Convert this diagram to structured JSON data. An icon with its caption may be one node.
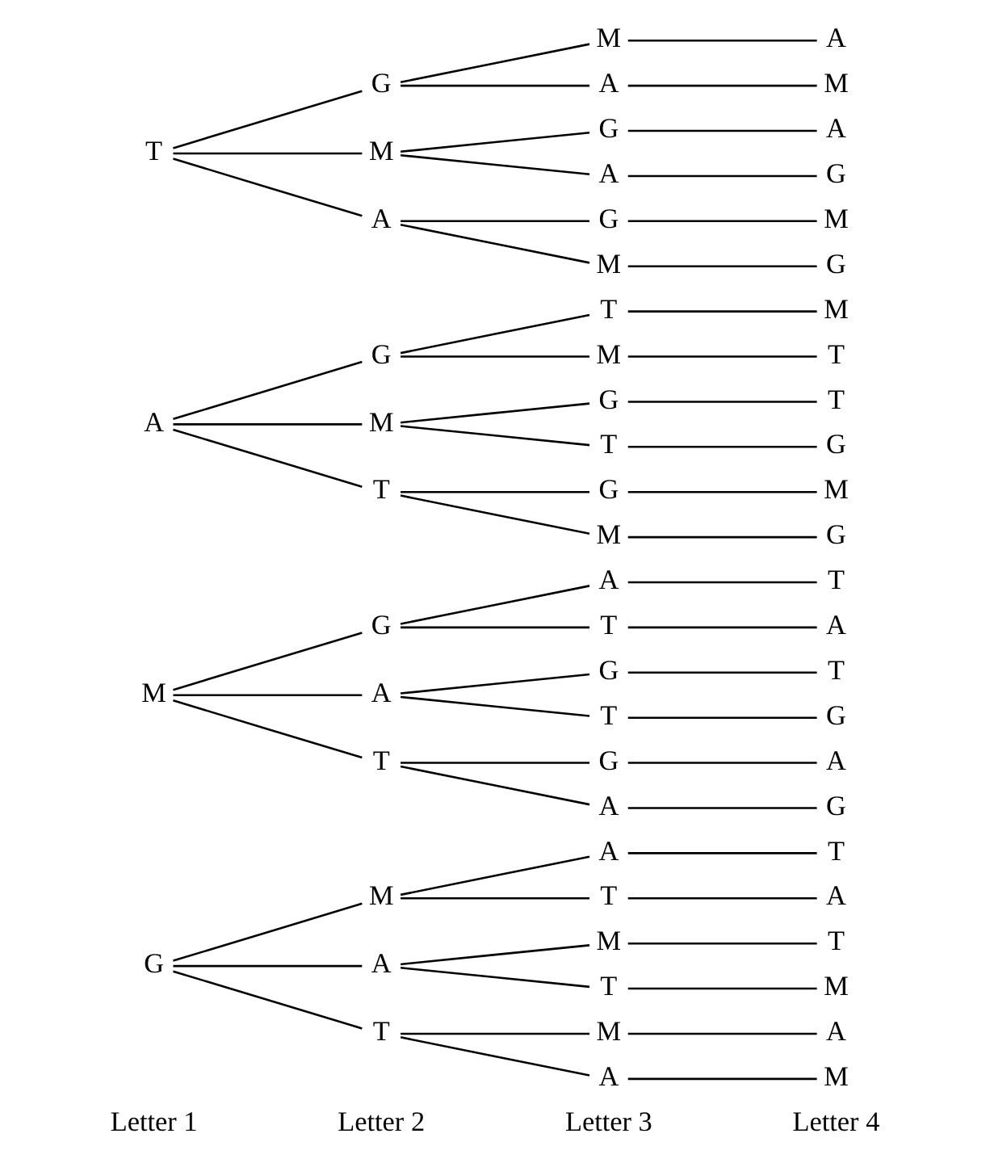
{
  "diagram": {
    "nodes": [
      {
        "text": [
          "G"
        ]
      },
      {
        "text": [
          "M"
        ]
      },
      {
        "text": [
          "A"
        ]
      },
      {
        "text": [
          "T"
        ]
      },
      {
        "text": [
          "M"
        ]
      },
      {
        "text": [
          "A"
        ]
      },
      {
        "text": [
          "T"
        ]
      },
      {
        "text": [
          "G"
        ]
      },
      {
        "text": [
          "A"
        ]
      },
      {
        "text": [
          "T"
        ]
      },
      {
        "text": [
          "G"
        ]
      },
      {
        "text": [
          "M"
        ]
      },
      {
        "text": [
          "T"
        ]
      },
      {
        "text": [
          "G"
        ]
      },
      {
        "text": [
          "M"
        ]
      },
      {
        "text": [
          "A"
        ]
      },
      {
        "text": [
          "A"
        ]
      },
      {
        "text": [
          "T"
        ]
      },
      {
        "text": [
          "M"
        ]
      },
      {
        "text": [
          "T"
        ]
      },
      {
        "text": [
          "M"
        ]
      },
      {
        "text": [
          "A"
        ]
      },
      {
        "text": [
          "A"
        ]
      },
      {
        "text": [
          "T"
        ]
      },
      {
        "text": [
          "G"
        ]
      },
      {
        "text": [
          "T"
        ]
      },
      {
        "text": [
          "G"
        ]
      },
      {
        "text": [
          "A"
        ]
      },
      {
        "text": [
          "T"
        ]
      },
      {
        "text": [
          "M"
        ]
      },
      {
        "text": [
          "G"
        ]
      },
      {
        "text": [
          "T"
        ]
      },
      {
        "text": [
          "G"
        ]
      },
      {
        "text": [
          "M"
        ]
      },
      {
        "text": [
          "M"
        ]
      },
      {
        "text": [
          "A"
        ]
      },
      {
        "text": [
          "G"
        ]
      },
      {
        "text": [
          "A"
        ]
      },
      {
        "text": [
          "G"
        ]
      },
      {
        "text": [
          "M"
        ]
      },
      {
        "text": [
          "T"
        ]
      },
      {
        "text": [
          "A"
        ]
      },
      {
        "text": [
          "T"
        ]
      },
      {
        "text": [
          "M"
        ]
      },
      {
        "text": [
          "A"
        ]
      },
      {
        "text": [
          "M"
        ]
      },
      {
        "text": [
          "T"
        ]
      },
      {
        "text": [
          "A"
        ]
      },
      {
        "text": [
          "T"
        ]
      },
      {
        "text": [
          "G"
        ]
      },
      {
        "text": [
          "A"
        ]
      },
      {
        "text": [
          "G"
        ]
      },
      {
        "text": [
          "M"
        ]
      },
      {
        "text": [
          "T"
        ]
      },
      {
        "text": [
          "T"
        ]
      },
      {
        "text": [
          "G"
        ]
      },
      {
        "text": [
          "M"
        ]
      },
      {
        "text": [
          "G"
        ]
      },
      {
        "text": [
          "A"
        ]
      },
      {
        "text": [
          "M"
        ]
      },
      {
        "text": [
          "A"
        ]
      },
      {
        "text": [
          "G"
        ]
      },
      {
        "text": [
          "M"
        ]
      },
      {
        "text": [
          "G"
        ]
      }
    ],
    "edges": [
      {
        "from": 0,
        "to": 4,
        "arrow": "none"
      },
      {
        "from": 0,
        "to": 5,
        "arrow": "none"
      },
      {
        "from": 0,
        "to": 6,
        "arrow": "none"
      },
      {
        "from": 1,
        "to": 7,
        "arrow": "none"
      },
      {
        "from": 1,
        "to": 8,
        "arrow": "none"
      },
      {
        "from": 1,
        "to": 9,
        "arrow": "none"
      },
      {
        "from": 2,
        "to": 10,
        "arrow": "none"
      },
      {
        "from": 2,
        "to": 11,
        "arrow": "none"
      },
      {
        "from": 2,
        "to": 12,
        "arrow": "none"
      },
      {
        "from": 3,
        "to": 13,
        "arrow": "none"
      },
      {
        "from": 3,
        "to": 14,
        "arrow": "none"
      },
      {
        "from": 3,
        "to": 15,
        "arrow": "none"
      },
      {
        "from": 4,
        "to": 16,
        "arrow": "none"
      },
      {
        "from": 4,
        "to": 17,
        "arrow": "none"
      },
      {
        "from": 5,
        "to": 18,
        "arrow": "none"
      },
      {
        "from": 5,
        "to": 19,
        "arrow": "none"
      },
      {
        "from": 6,
        "to": 20,
        "arrow": "none"
      },
      {
        "from": 6,
        "to": 21,
        "arrow": "none"
      },
      {
        "from": 7,
        "to": 22,
        "arrow": "none"
      },
      {
        "from": 7,
        "to": 23,
        "arrow": "none"
      },
      {
        "from": 8,
        "to": 24,
        "arrow": "none"
      },
      {
        "from": 8,
        "to": 25,
        "arrow": "none"
      },
      {
        "from": 9,
        "to": 26,
        "arrow": "none"
      },
      {
        "from": 9,
        "to": 27,
        "arrow": "none"
      },
      {
        "from": 10,
        "to": 28,
        "arrow": "none"
      },
      {
        "from": 10,
        "to": 29,
        "arrow": "none"
      },
      {
        "from": 11,
        "to": 30,
        "arrow": "none"
      },
      {
        "from": 11,
        "to": 31,
        "arrow": "none"
      },
      {
        "from": 12,
        "to": 32,
        "arrow": "none"
      },
      {
        "from": 12,
        "to": 33,
        "arrow": "none"
      },
      {
        "from": 13,
        "to": 34,
        "arrow": "none"
      },
      {
        "from": 13,
        "to": 35,
        "arrow": "none"
      },
      {
        "from": 14,
        "to": 36,
        "arrow": "none"
      },
      {
        "from": 14,
        "to": 37,
        "arrow": "none"
      },
      {
        "from": 15,
        "to": 38,
        "arrow": "none"
      },
      {
        "from": 15,
        "to": 39,
        "arrow": "none"
      },
      {
        "from": 16,
        "to": 40,
        "arrow": "none"
      },
      {
        "from": 17,
        "to": 41,
        "arrow": "none"
      },
      {
        "from": 18,
        "to": 42,
        "arrow": "none"
      },
      {
        "from": 19,
        "to": 43,
        "arrow": "none"
      },
      {
        "from": 20,
        "to": 44,
        "arrow": "none"
      },
      {
        "from": 21,
        "to": 45,
        "arrow": "none"
      },
      {
        "from": 22,
        "to": 46,
        "arrow": "none"
      },
      {
        "from": 23,
        "to": 47,
        "arrow": "none"
      },
      {
        "from": 24,
        "to": 48,
        "arrow": "none"
      },
      {
        "from": 25,
        "to": 49,
        "arrow": "none"
      },
      {
        "from": 26,
        "to": 50,
        "arrow": "none"
      },
      {
        "from": 27,
        "to": 51,
        "arrow": "none"
      },
      {
        "from": 28,
        "to": 52,
        "arrow": "none"
      },
      {
        "from": 29,
        "to": 53,
        "arrow": "none"
      },
      {
        "from": 30,
        "to": 54,
        "arrow": "none"
      },
      {
        "from": 31,
        "to": 55,
        "arrow": "none"
      },
      {
        "from": 32,
        "to": 56,
        "arrow": "none"
      },
      {
        "from": 33,
        "to": 57,
        "arrow": "none"
      },
      {
        "from": 34,
        "to": 58,
        "arrow": "none"
      },
      {
        "from": 35,
        "to": 59,
        "arrow": "none"
      },
      {
        "from": 36,
        "to": 60,
        "arrow": "none"
      },
      {
        "from": 37,
        "to": 61,
        "arrow": "none"
      },
      {
        "from": 38,
        "to": 62,
        "arrow": "none"
      },
      {
        "from": 39,
        "to": 63,
        "arrow": "none"
      }
    ],
    "labels": [
      "Letter 1",
      "Letter 2",
      "Letter 3",
      "Letter 4"
    ]
  }
}
